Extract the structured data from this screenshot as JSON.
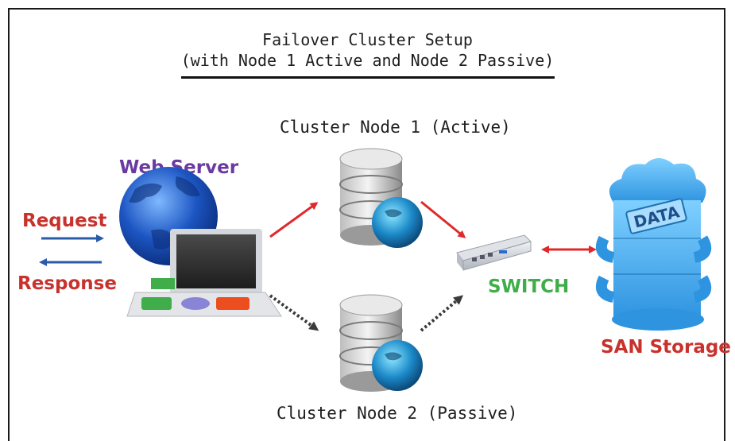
{
  "title": {
    "line1": "Failover Cluster Setup",
    "line2": "(with Node 1 Active and Node 2 Passive)"
  },
  "labels": {
    "web_server": "Web Server",
    "request": "Request",
    "response": "Response",
    "node1": "Cluster Node 1 (Active)",
    "node2": "Cluster Node 2 (Passive)",
    "switch": "SWITCH",
    "san": "SAN Storage",
    "data_logo": "DATA"
  },
  "colors": {
    "web_server_label": "#6a3aa0",
    "request_response_label": "#c8322d",
    "switch_label": "#3fae4a",
    "san_label": "#c8322d",
    "active_arrow": "#e0292b",
    "passive_arrow": "#3a3a3a",
    "client_arrows": "#2a5ba8"
  }
}
